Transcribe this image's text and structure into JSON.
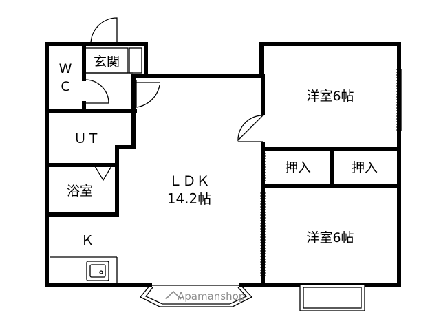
{
  "rooms": {
    "wc_line1": "W",
    "wc_line2": "C",
    "entrance": "玄関",
    "ut": "ＵＴ",
    "bath": "浴室",
    "kitchen": "Ｋ",
    "ldk_name": "ＬＤＫ",
    "ldk_size": "14.2帖",
    "western_room_1": "洋室6帖",
    "western_room_2": "洋室6帖",
    "closet_1": "押入",
    "closet_2": "押入"
  },
  "watermark": {
    "text": "Apamanshop"
  }
}
